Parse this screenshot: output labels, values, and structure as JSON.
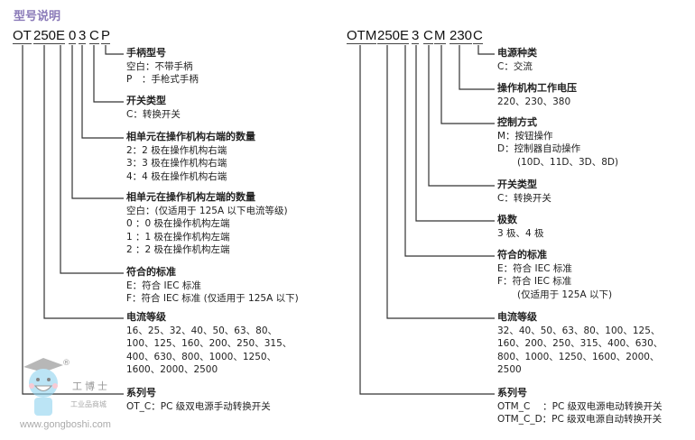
{
  "title": "型号说明",
  "left": {
    "code": [
      "OT",
      "250",
      "E",
      "0",
      "3",
      "C",
      "P"
    ],
    "blocks": [
      {
        "heading": "手柄型号",
        "lines": [
          "空白：不带手柄",
          "P　：手枪式手柄"
        ]
      },
      {
        "heading": "开关类型",
        "lines": [
          "C：转换开关"
        ]
      },
      {
        "heading": "相单元在操作机构右端的数量",
        "lines": [
          "2：2 极在操作机构右端",
          "3：3 极在操作机构右端",
          "4：4 极在操作机构右端"
        ]
      },
      {
        "heading": "相单元在操作机构左端的数量",
        "lines": [
          "空白：(仅适用于 125A 以下电流等级)",
          "0 ：0 极在操作机构左端",
          "1 ：1 极在操作机构左端",
          "2 ：2 极在操作机构左端"
        ]
      },
      {
        "heading": "符合的标准",
        "lines": [
          "E：符合 IEC 标准",
          "F：符合 IEC 标准 (仅适用于 125A 以下)"
        ]
      },
      {
        "heading": "电流等级",
        "lines": [
          "16、25、32、40、50、63、80、",
          "100、125、160、200、250、315、",
          "400、630、800、1000、1250、",
          "1600、2000、2500"
        ]
      },
      {
        "heading": "系列号",
        "lines": [
          "OT_C：PC 级双电源手动转换开关"
        ]
      }
    ]
  },
  "right": {
    "code": [
      "OTM",
      "250",
      "E",
      "3",
      "C",
      "M",
      "230",
      "C"
    ],
    "blocks": [
      {
        "heading": "电源种类",
        "lines": [
          "C：交流"
        ]
      },
      {
        "heading": "操作机构工作电压",
        "lines": [
          "220、230、380"
        ]
      },
      {
        "heading": "控制方式",
        "lines": [
          "M：按钮操作",
          "D：控制器自动操作",
          "(10D、11D、3D、8D)"
        ]
      },
      {
        "heading": "开关类型",
        "lines": [
          "C：转换开关"
        ]
      },
      {
        "heading": "极数",
        "lines": [
          "3 极、4 极"
        ]
      },
      {
        "heading": "符合的标准",
        "lines": [
          "E：符合 IEC 标准",
          "F：符合 IEC 标准",
          "(仅适用于 125A 以下)"
        ]
      },
      {
        "heading": "电流等级",
        "lines": [
          "32、40、50、63、80、100、125、",
          "160、200、250、315、400、630、",
          "800、1000、1250、1600、2000、",
          "2500"
        ]
      },
      {
        "heading": "系列号",
        "lines": [
          "OTM_C　 ：PC 级双电源电动转换开关",
          "OTM_C_D：PC 级双电源自动转换开关"
        ]
      }
    ]
  },
  "watermark": {
    "brand": "工博士",
    "sub": "工业品商城",
    "url": "www.gongboshi.com",
    "reg": "®"
  }
}
